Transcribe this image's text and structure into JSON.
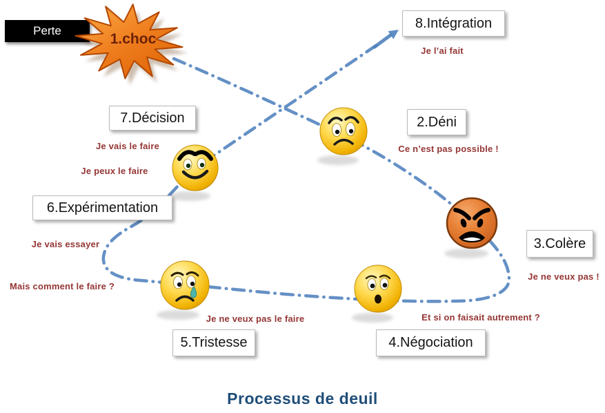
{
  "title": "Processus de deuil",
  "colors": {
    "curve": "#4f81bd",
    "quote_text": "#943634",
    "title_text": "#1f4e79",
    "starburst": "#ef7d1d",
    "perte_box_bg": "#000000",
    "smiley_yellow": "#f5b800",
    "smiley_angry_orange": "#e0752f"
  },
  "perte": {
    "label": "Perte"
  },
  "stages": {
    "choc": {
      "label": "1.choc",
      "icon": "starburst-icon"
    },
    "deni": {
      "label": "2.Déni",
      "quote": "Ce n’est pas possible !",
      "icon": "worried-face-icon"
    },
    "colere": {
      "label": "3.Colère",
      "quote": "Je ne veux pas !",
      "icon": "angry-face-icon"
    },
    "negociation": {
      "label": "4.Négociation",
      "quote": "Et si on faisait autrement ?",
      "icon": "surprised-face-icon"
    },
    "tristesse": {
      "label": "5.Tristesse",
      "quote": "Je ne veux pas le faire",
      "icon": "sad-crying-face-icon"
    },
    "experimentation": {
      "label": "6.Expérimentation",
      "quote1": "Je vais essayer",
      "quote2": "Mais comment le faire ?"
    },
    "decision": {
      "label": "7.Décision",
      "quote1": "Je vais le faire",
      "quote2": "Je peux le faire",
      "icon": "happy-face-icon"
    },
    "integration": {
      "label": "8.Intégration",
      "quote": "Je l’ai fait"
    }
  }
}
